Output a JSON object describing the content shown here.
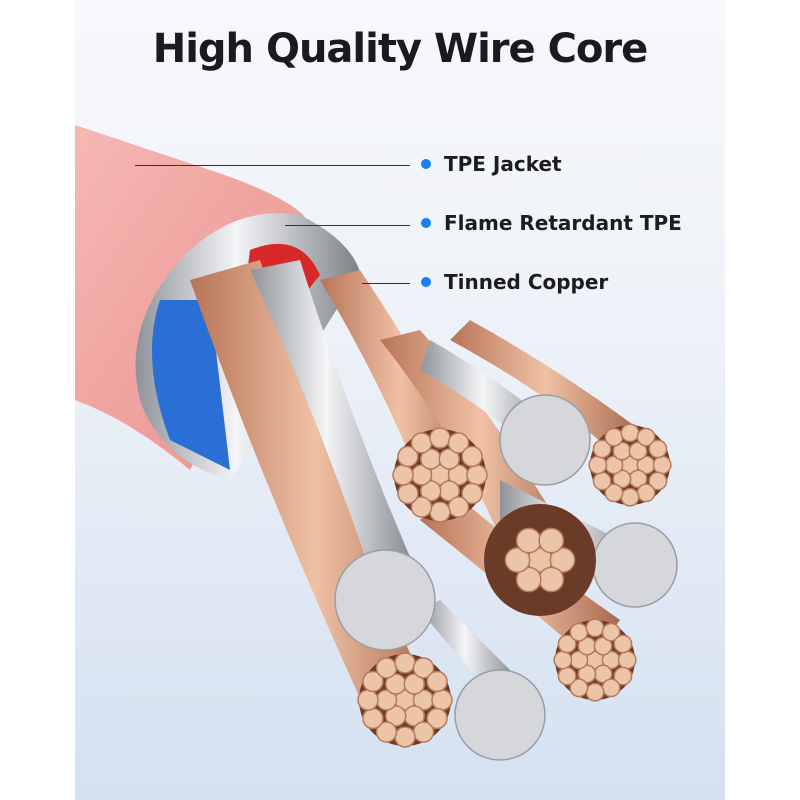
{
  "title": "High Quality Wire Core",
  "layers": [
    {
      "label": "TPE Jacket"
    },
    {
      "label": "Flame Retardant TPE"
    },
    {
      "label": "Tinned Copper"
    }
  ],
  "colors": {
    "accent_dot": "#1a7ff0",
    "jacket": "#f2a9a6",
    "copper": "#d9a184",
    "silver": "#c9ccd1"
  }
}
